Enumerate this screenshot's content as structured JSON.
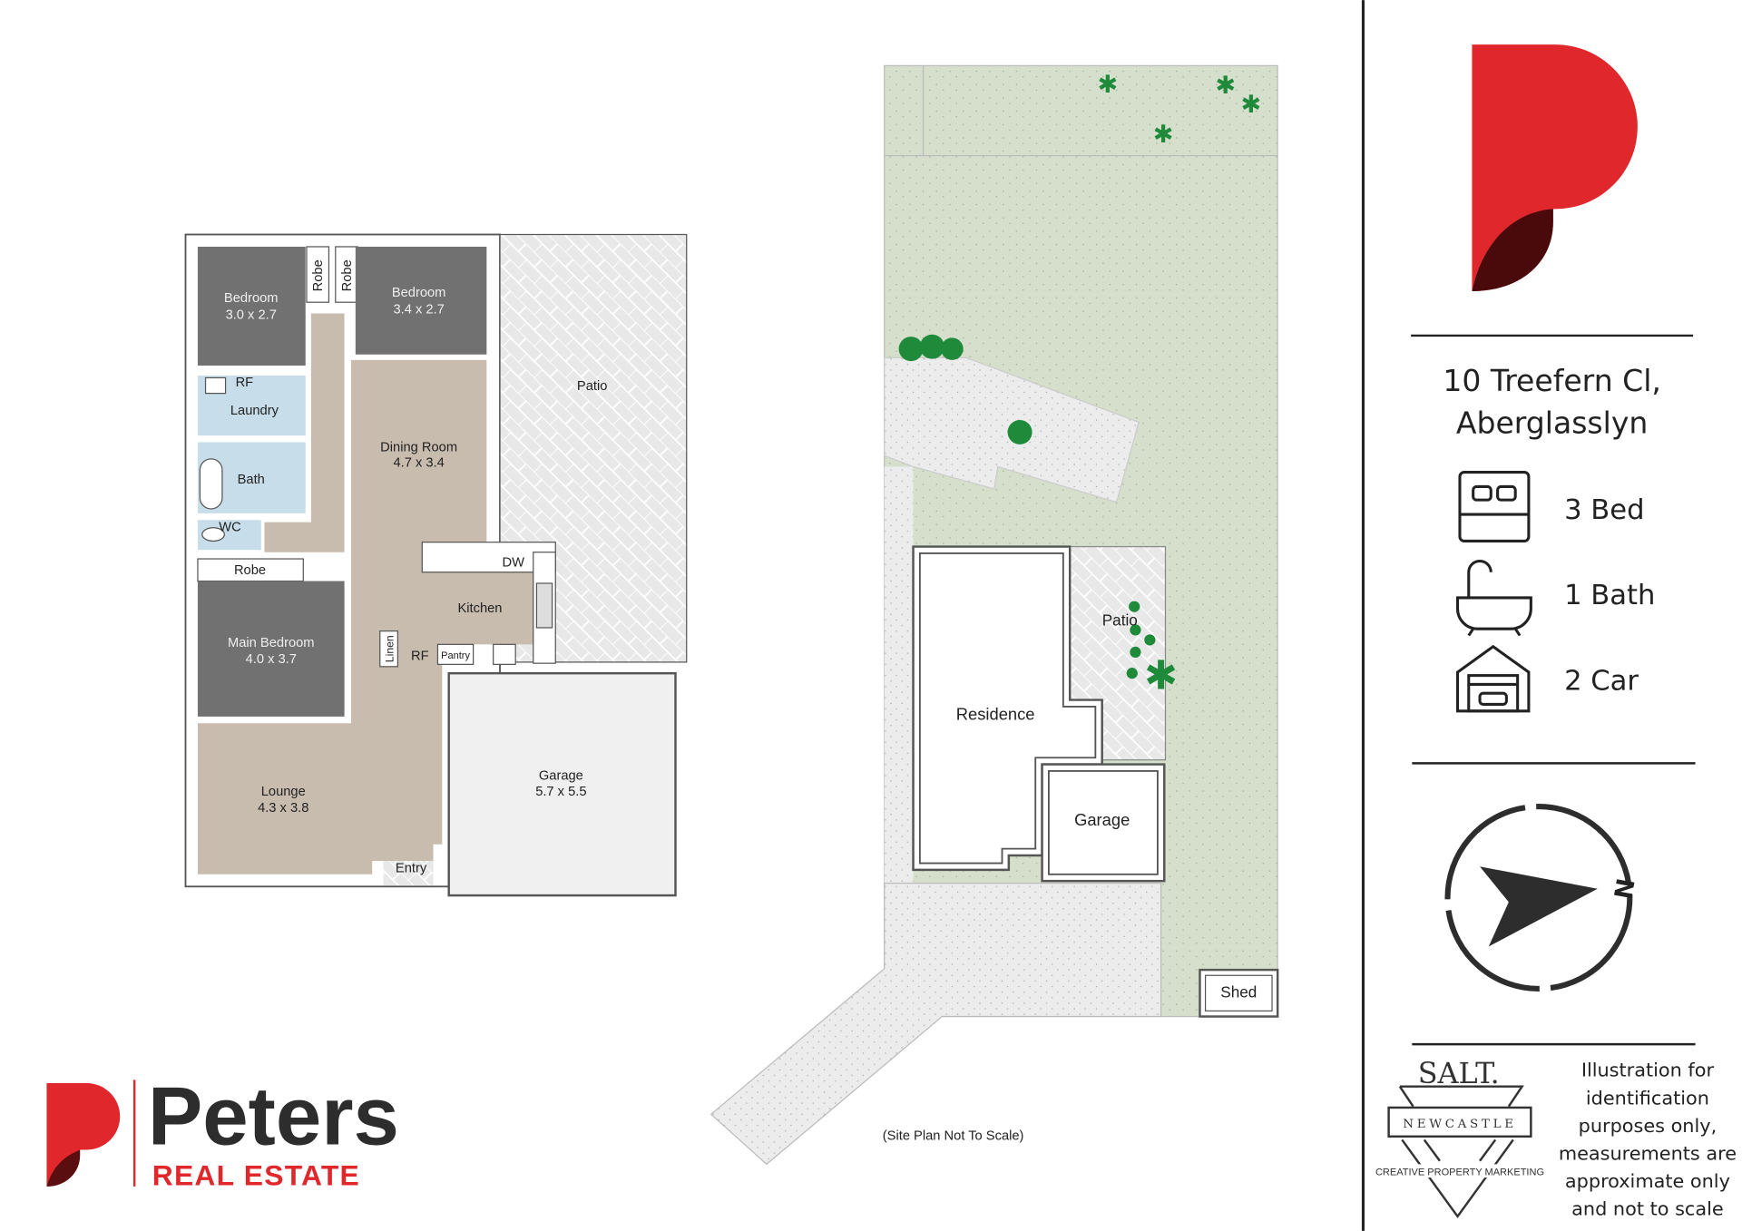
{
  "floor_plan": {
    "rooms": [
      {
        "name": "Bedroom",
        "size": "3.0 x 2.7"
      },
      {
        "name": "Bedroom",
        "size": "3.4 x 2.7"
      },
      {
        "name": "Dining Room",
        "size": "4.7 x 3.4"
      },
      {
        "name": "Main Bedroom",
        "size": "4.0 x 3.7"
      },
      {
        "name": "Lounge",
        "size": "4.3 x 3.8"
      },
      {
        "name": "Garage",
        "size": "5.7 x 5.5"
      }
    ],
    "labels": {
      "robe": "Robe",
      "rf": "RF",
      "laundry": "Laundry",
      "bath": "Bath",
      "wc": "WC",
      "patio": "Patio",
      "kitchen": "Kitchen",
      "dw": "DW",
      "linen": "Linen",
      "pantry": "Pantry",
      "entry": "Entry"
    }
  },
  "site_plan": {
    "residence": "Residence",
    "garage": "Garage",
    "patio": "Patio",
    "shed": "Shed",
    "note": "(Site Plan Not To Scale)"
  },
  "brand": {
    "name": "Peters",
    "tagline": "REAL ESTATE",
    "red": "#e0272b",
    "dark": "#2d2d2d"
  },
  "property": {
    "address_line1": "10 Treefern Cl,",
    "address_line2": "Aberglasslyn",
    "features": [
      {
        "icon": "bed-icon",
        "label": "3 Bed"
      },
      {
        "icon": "bath-icon",
        "label": "1 Bath"
      },
      {
        "icon": "garage-icon",
        "label": "2 Car"
      }
    ],
    "compass_label": "N"
  },
  "marketing": {
    "logo_title": "SALT.",
    "logo_city": "NEWCASTLE",
    "logo_sub": "CREATIVE PROPERTY MARKETING",
    "disclaimer": [
      "Illustration for",
      "identification",
      "purposes only,",
      "measurements are",
      "approximate only",
      "and not to scale"
    ]
  }
}
